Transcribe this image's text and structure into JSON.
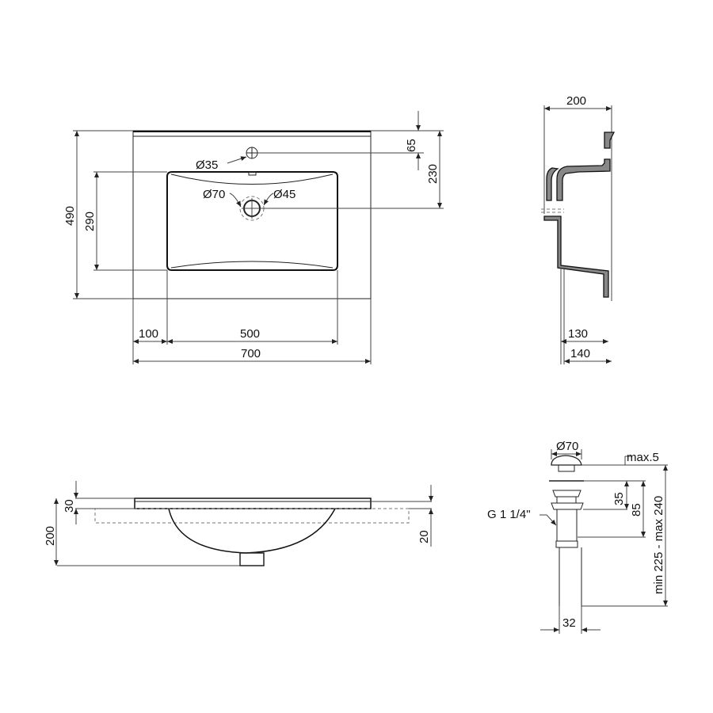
{
  "top_view": {
    "width_total": "700",
    "margin_left": "100",
    "bowl_width": "500",
    "depth_total": "490",
    "bowl_depth": "290",
    "tap_hole_offset": "65",
    "drain_offset": "230",
    "tap_hole_diameter": "Ø35",
    "drain_outer_diameter": "Ø70",
    "drain_inner_diameter": "Ø45"
  },
  "side_section": {
    "depth_top": "200",
    "depth_bottom_inner": "130",
    "depth_bottom_outer": "140"
  },
  "front_view": {
    "height_total": "200",
    "rim_thickness": "30",
    "countertop_recess": "20"
  },
  "drain_valve": {
    "cap_diameter": "Ø70",
    "cap_lift": "max.5",
    "thread": "G 1 1/4\"",
    "dim_35": "35",
    "dim_85": "85",
    "length_range": "min 225 - max 240",
    "pipe_diameter": "32"
  }
}
